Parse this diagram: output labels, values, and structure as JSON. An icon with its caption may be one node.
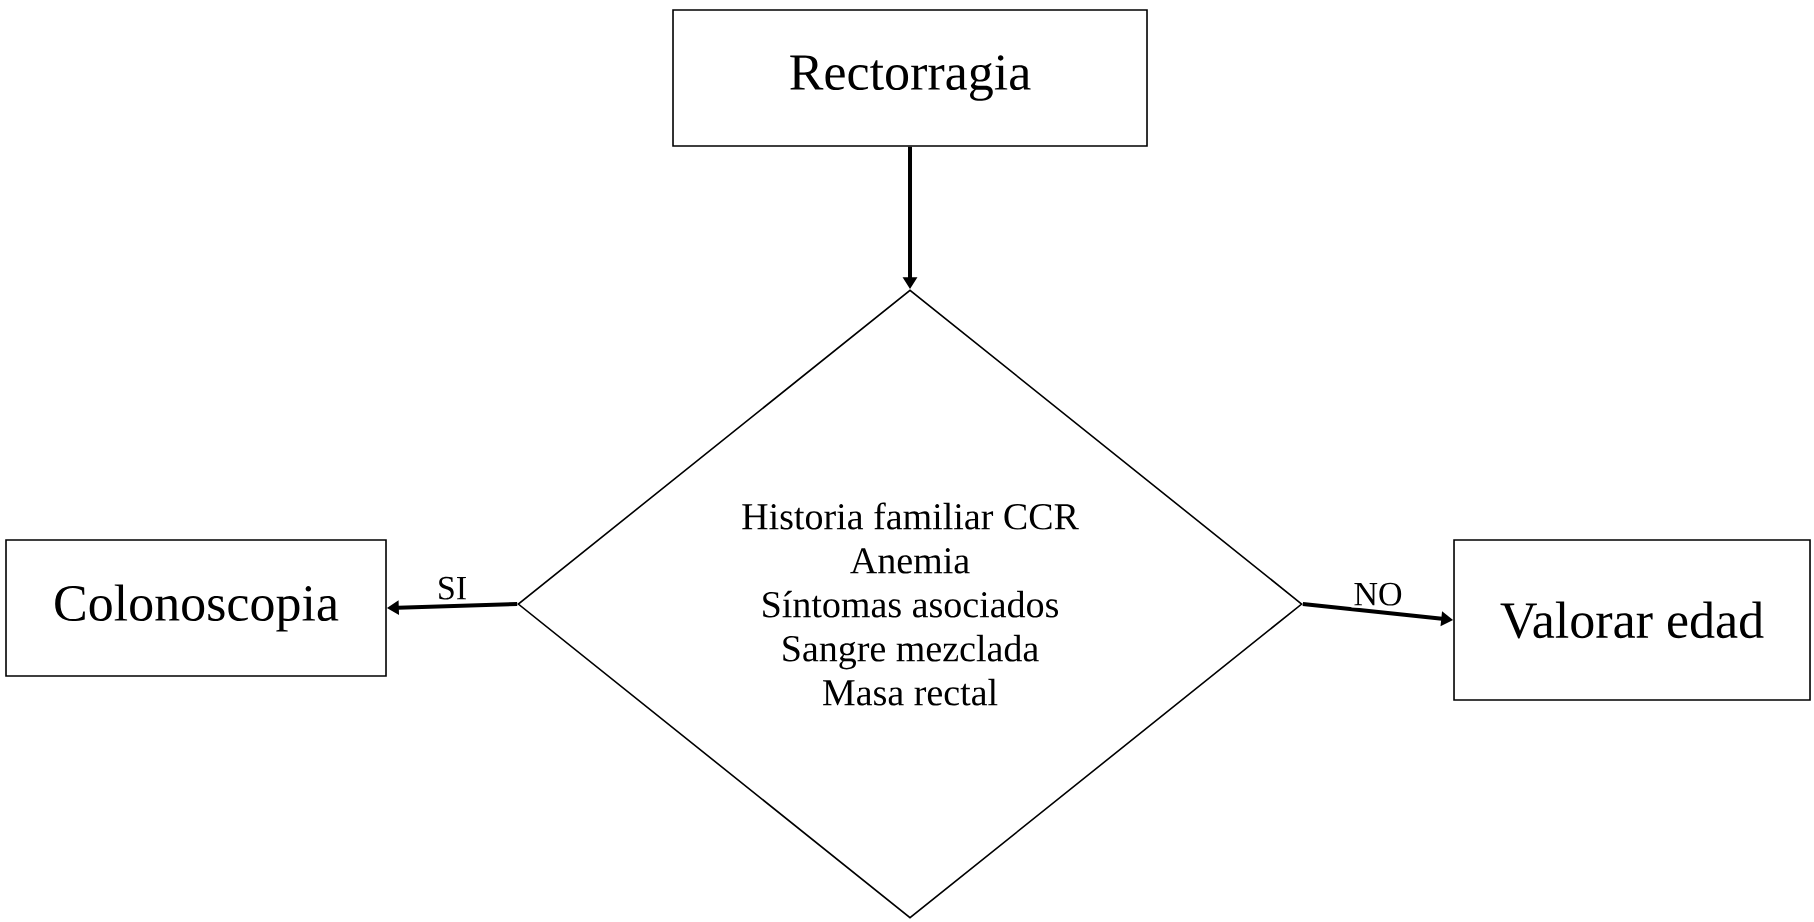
{
  "diagram": {
    "nodes": [
      {
        "text": [
          "Rectorragia"
        ]
      },
      {
        "text": [
          "Historia familiar CCR",
          "Anemia",
          "Síntomas asociados",
          "Sangre mezclada",
          "Masa rectal"
        ]
      },
      {
        "text": [
          "Colonoscopia"
        ]
      },
      {
        "text": [
          "Valorar edad"
        ]
      }
    ],
    "edges": [
      {
        "from": 0,
        "to": 1,
        "arrow": "to"
      },
      {
        "from": 1,
        "to": 2,
        "arrow": "to",
        "label": "SI"
      },
      {
        "from": 1,
        "to": 3,
        "arrow": "to",
        "label": "NO"
      }
    ]
  }
}
